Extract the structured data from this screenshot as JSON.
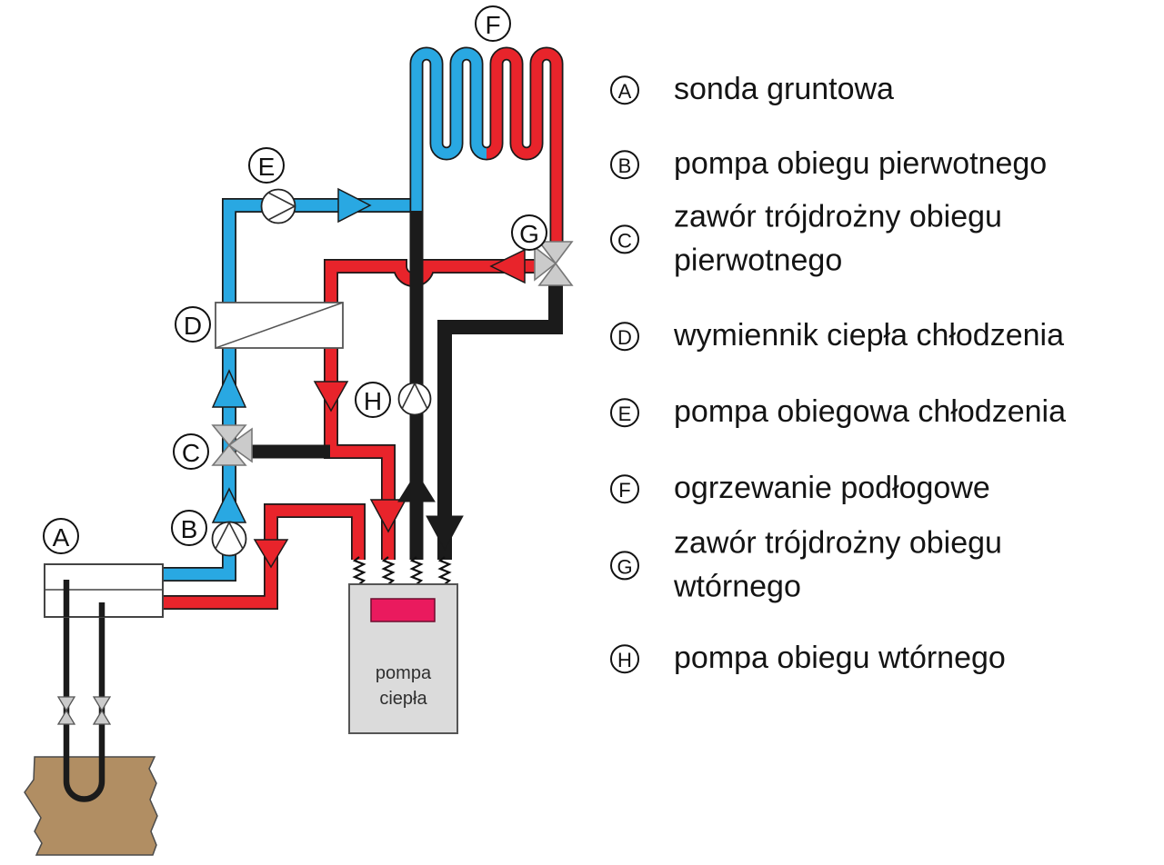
{
  "diagram": {
    "markers": [
      {
        "letter": "A"
      },
      {
        "letter": "B"
      },
      {
        "letter": "C"
      },
      {
        "letter": "D"
      },
      {
        "letter": "E"
      },
      {
        "letter": "F"
      },
      {
        "letter": "G"
      },
      {
        "letter": "H"
      }
    ],
    "heat_pump": {
      "label": "pompa\nciepła"
    },
    "colors": {
      "cold_pipe": "#29A8E2",
      "hot_pipe": "#E8242B",
      "neutral_pipe": "#1B1B1B",
      "valve_gray": "#CBCBCB",
      "heat_pump_body": "#DBDBDB",
      "display_pink": "#EA1A5E",
      "ground_brown": "#B18E63"
    }
  },
  "legend": {
    "items": [
      {
        "letter": "A",
        "text": "sonda gruntowa"
      },
      {
        "letter": "B",
        "text": "pompa obiegu pierwotnego"
      },
      {
        "letter": "C",
        "text": "zawór trójdrożny obiegu\npierwotnego"
      },
      {
        "letter": "D",
        "text": "wymiennik ciepła chłodzenia"
      },
      {
        "letter": "E",
        "text": "pompa obiegowa chłodzenia"
      },
      {
        "letter": "F",
        "text": "ogrzewanie podłogowe"
      },
      {
        "letter": "G",
        "text": "zawór trójdrożny obiegu\nwtórnego"
      },
      {
        "letter": "H",
        "text": "pompa obiegu wtórnego"
      }
    ]
  }
}
